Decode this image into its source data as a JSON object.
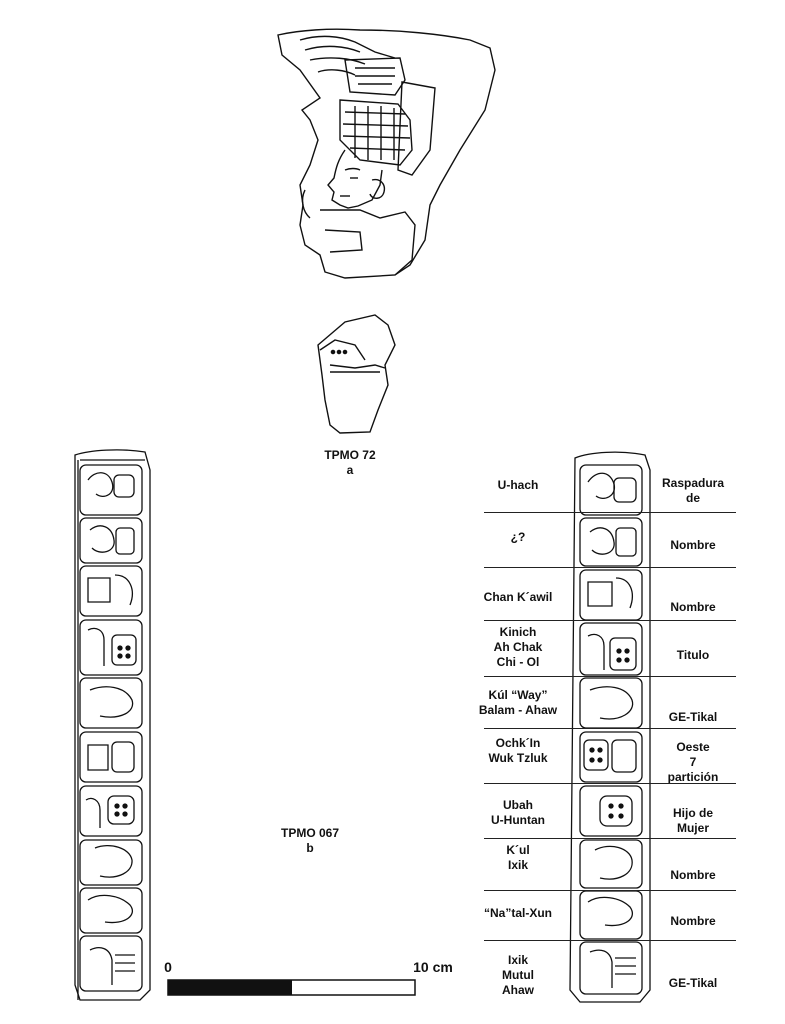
{
  "figure_a": {
    "id": "TPMO 72",
    "letter": "a"
  },
  "figure_b": {
    "id": "TPMO 067",
    "letter": "b"
  },
  "scale_bar": {
    "start_label": "0",
    "end_label": "10 cm"
  },
  "glyph_rows": [
    {
      "reading": "U-hach",
      "gloss": "Raspadura\nde"
    },
    {
      "reading": "¿?",
      "gloss": "Nombre"
    },
    {
      "reading": "Chan K´awil",
      "gloss": "Nombre"
    },
    {
      "reading": "Kinich\nAh Chak\nChi - Ol",
      "gloss": "Titulo"
    },
    {
      "reading": "Kúl “Way”\nBalam - Ahaw",
      "gloss": "GE-Tikal"
    },
    {
      "reading": "Ochk´In\nWuk Tzluk",
      "gloss": "Oeste\n7\npartición"
    },
    {
      "reading": "Ubah\nU-Huntan",
      "gloss": "Hijo de\nMujer"
    },
    {
      "reading": "K´ul\nIxik",
      "gloss": "Nombre"
    },
    {
      "reading": "“Na”tal-Xun",
      "gloss": "Nombre"
    },
    {
      "reading": "Ixik\nMutul\nAhaw",
      "gloss": "GE-Tikal"
    }
  ]
}
